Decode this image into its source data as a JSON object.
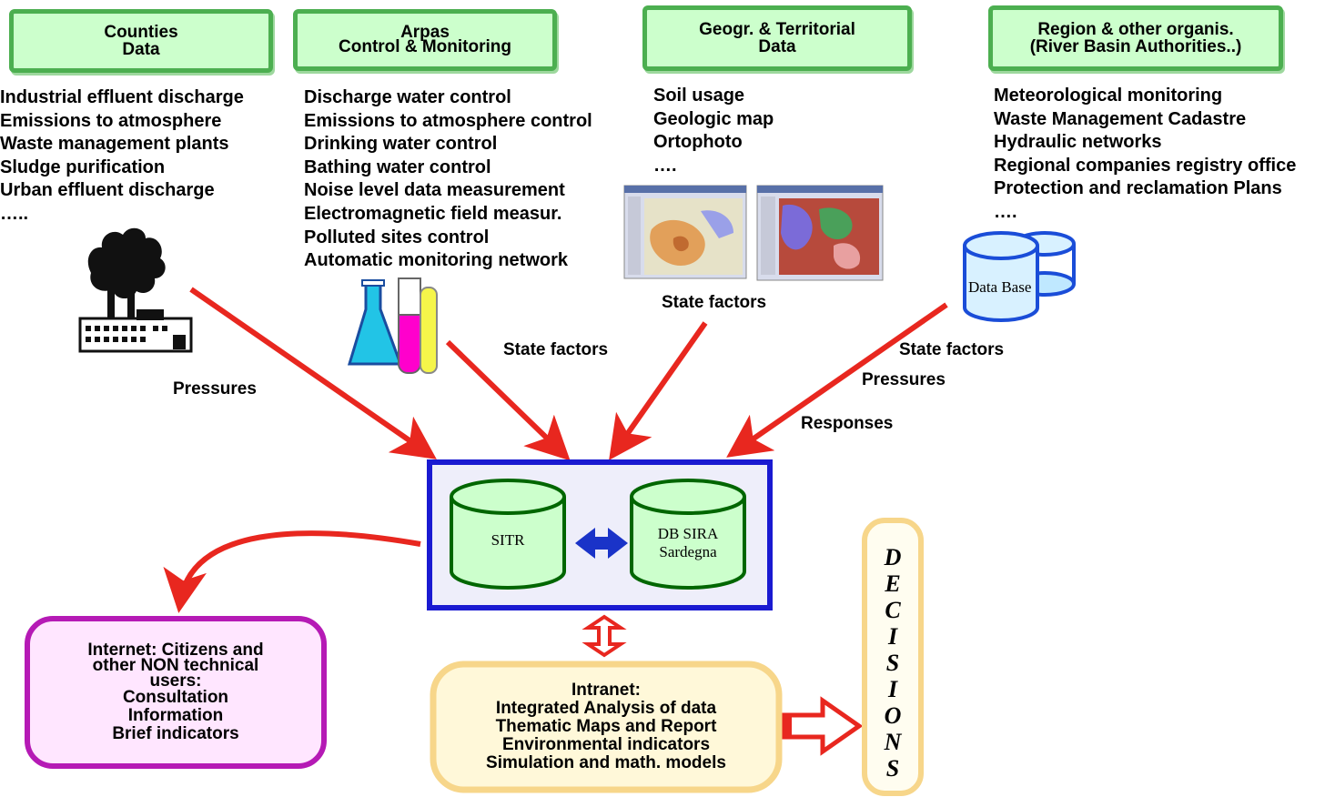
{
  "sources": [
    {
      "lines": [
        "Counties",
        "Data"
      ]
    },
    {
      "lines": [
        "Arpas",
        "Control & Monitoring"
      ]
    },
    {
      "lines": [
        "Geogr. & Territorial",
        "Data"
      ]
    },
    {
      "lines": [
        "Region & other organis.",
        "(River Basin Authorities..)"
      ]
    }
  ],
  "lists": {
    "counties": [
      "Industrial effluent discharge",
      "Emissions to atmosphere",
      "Waste management plants",
      "Sludge purification",
      "Urban effluent discharge",
      "….."
    ],
    "arpas": [
      "Discharge water control",
      "Emissions to atmosphere control",
      "Drinking water control",
      "Bathing water control",
      "Noise level data measurement",
      "Electromagnetic field measur.",
      "Polluted sites control",
      "Automatic monitoring network"
    ],
    "geo": [
      "Soil usage",
      "Geologic map",
      "Ortophoto",
      "…."
    ],
    "region": [
      "Meteorological monitoring",
      "Waste Management Cadastre",
      "Hydraulic networks",
      "Regional companies registry office",
      "Protection and reclamation Plans",
      "…."
    ]
  },
  "flow_labels": {
    "pressures_left": "Pressures",
    "state_factors_arpas": "State factors",
    "state_factors_geo": "State factors",
    "state_factors_region": "State factors",
    "pressures_right": "Pressures",
    "responses": "Responses"
  },
  "database_icon_label": "Data Base",
  "central": {
    "db_left": "SITR",
    "db_right_line1": "DB SIRA",
    "db_right_line2": "Sardegna"
  },
  "internet_box": [
    "Internet: Citizens and",
    "other NON technical",
    "users:",
    "Consultation",
    "Information",
    "Brief indicators"
  ],
  "intranet_box": [
    "Intranet:",
    "Integrated Analysis of data",
    "Thematic Maps and Report",
    "Environmental indicators",
    "Simulation and math. models"
  ],
  "decisions_letters": [
    "D",
    "E",
    "C",
    "I",
    "S",
    "I",
    "O",
    "N",
    "S"
  ],
  "colors": {
    "green_fill": "#ccffcc",
    "green_border": "#4caf50",
    "arrow_red": "#e8271f",
    "blue_frame": "#1a1ad1",
    "central_fill": "#eeeefa",
    "db_green": "#ccffcc",
    "internet_border": "#b51ab5",
    "internet_fill": "#ffe6ff",
    "intranet_border": "#f7d68a",
    "intranet_fill": "#fff8d9"
  },
  "icons": [
    "factory-icon",
    "lab-flask-icon",
    "map-screenshot",
    "database-icon",
    "double-arrow-icon",
    "hollow-double-arrow-icon",
    "hollow-right-arrow-icon"
  ]
}
